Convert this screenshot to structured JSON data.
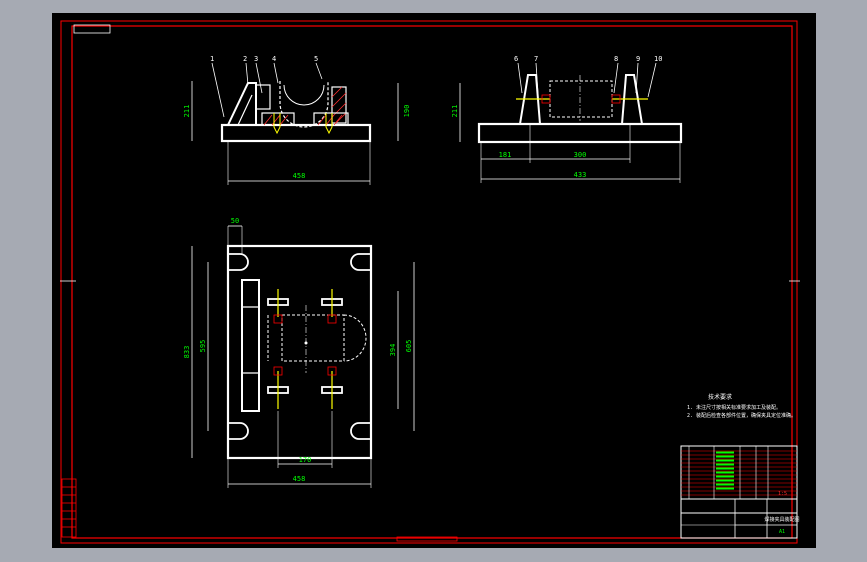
{
  "colors": {
    "background": "#000000",
    "frame": "#ff0000",
    "outline": "#ffffff",
    "dimension": "#00ff00",
    "leader": "#ffffff",
    "hidden": "#ffff00",
    "hatch": "#ff3030"
  },
  "part_numbers": [
    "1",
    "2",
    "3",
    "4",
    "5",
    "6",
    "7",
    "8",
    "9",
    "10"
  ],
  "front_view": {
    "dim_height_left": "211",
    "dim_height_right": "190",
    "dim_width": "458"
  },
  "side_view": {
    "dim_height": "211",
    "dim_left": "181",
    "dim_mid": "300",
    "dim_total": "433"
  },
  "top_view": {
    "dim_slot": "50",
    "dim_total_height": "833",
    "dim_inner_height": "595",
    "dim_clamp_height": "394",
    "dim_right_height": "605",
    "dim_clamp_width": "170",
    "dim_width": "458"
  },
  "notes": {
    "title": "技术要求",
    "line1": "1. 未注尺寸按相关标准要求加工及装配。",
    "line2": "2. 装配后检查各部件位置，确保夹具定位准确。"
  },
  "title_block": {
    "scale": "1:5",
    "drawing_name": "焊接夹具装配图",
    "material": "A1"
  }
}
